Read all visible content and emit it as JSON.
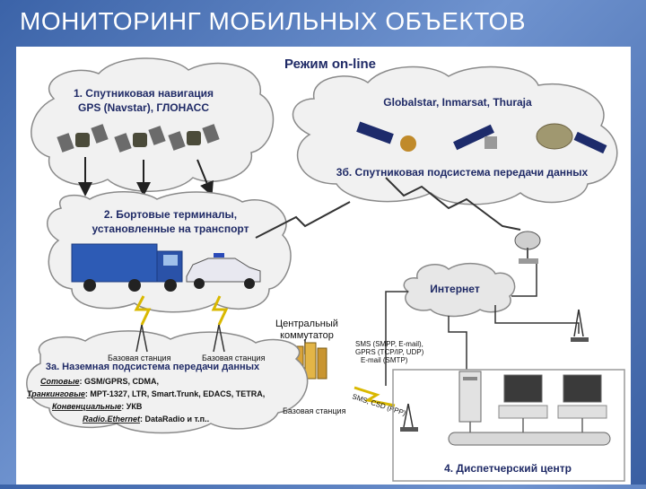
{
  "slide": {
    "title": "МОНИТОРИНГ МОБИЛЬНЫХ ОБЪЕКТОВ"
  },
  "diagram": {
    "mode_title": "Режим on-line",
    "nav": {
      "line1": "1. Спутниковая навигация",
      "line2": "GPS (Navstar), ГЛОНАСС"
    },
    "satcom": {
      "title": "Globalstar, Inmarsat, Thuraja",
      "subtitle": "3б. Спутниковая подсистема передачи данных"
    },
    "terminals": {
      "line1": "2. Бортовые терминалы,",
      "line2": "установленные на транспорт"
    },
    "internet": "Интернет",
    "switch": {
      "line1": "Центральный",
      "line2": "коммутатор"
    },
    "protocols": {
      "line1": "SMS (SMPP, E-mail),",
      "line2": "GPRS (TCP/IP, UDP)",
      "line3": "E-mail (SMTP)"
    },
    "base_station": "Базовая станция",
    "ground": {
      "title": "3а. Наземная подсистема передачи данных",
      "rows": [
        {
          "k": "Сотовые",
          "v": ": GSM/GPRS, CDMA,"
        },
        {
          "k": "Транкинговые",
          "v": ": MPT-1327, LTR, Smart.Trunk, EDACS, TETRA,"
        },
        {
          "k": "Конвенциальные",
          "v": ": УКВ"
        },
        {
          "k": "Radio.Ethernet",
          "v": ": DataRadio и т.п.."
        }
      ]
    },
    "sms_link": "SMS, CSD (PPP)",
    "dispatch": "4. Диспетчерский центр"
  },
  "colors": {
    "background": "#4a72b8",
    "cloud": "#f2f2f2",
    "truck": "#2d5bb5",
    "accent": "#1f2a66"
  }
}
